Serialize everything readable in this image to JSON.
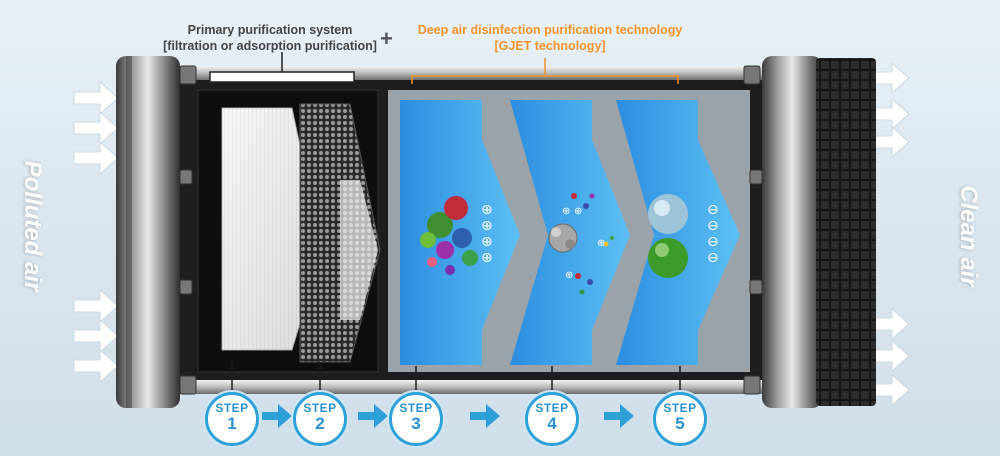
{
  "header": {
    "primary_line1": "Primary purification system",
    "primary_line2": "[filtration or adsorption purification]",
    "plus": "+",
    "deep_line1": "Deep air disinfection purification technology",
    "deep_line2": "[GJET technology]"
  },
  "labels": {
    "left": "Polluted air",
    "right": "Clean air"
  },
  "steps": [
    {
      "label": "STEP",
      "number": "1"
    },
    {
      "label": "STEP",
      "number": "2"
    },
    {
      "label": "STEP",
      "number": "3"
    },
    {
      "label": "STEP",
      "number": "4"
    },
    {
      "label": "STEP",
      "number": "5"
    }
  ],
  "ions": {
    "positive": "⊕",
    "negative": "⊖"
  },
  "colors": {
    "accent_orange": "#f0952a",
    "step_blue": "#2da1d8",
    "chamber_blue": "#1e90e0",
    "frame_dark": "#1d1d1d"
  }
}
